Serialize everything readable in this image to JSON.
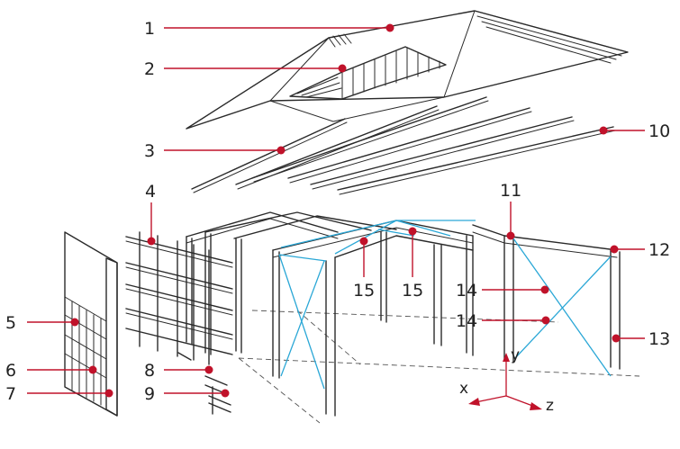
{
  "callouts": [
    {
      "number": "1"
    },
    {
      "number": "2"
    },
    {
      "number": "3"
    },
    {
      "number": "4"
    },
    {
      "number": "5"
    },
    {
      "number": "6"
    },
    {
      "number": "7"
    },
    {
      "number": "8"
    },
    {
      "number": "9"
    },
    {
      "number": "10"
    },
    {
      "number": "11"
    },
    {
      "number": "12"
    },
    {
      "number": "13"
    },
    {
      "number": "14"
    },
    {
      "number": "14"
    },
    {
      "number": "15"
    },
    {
      "number": "15"
    }
  ],
  "axes": {
    "x": "x",
    "y": "y",
    "z": "z"
  },
  "colors": {
    "leader": "#c0122a",
    "bracing": "#2aa7d6",
    "ink": "#2a2a2a",
    "axis": "#c0122a"
  }
}
